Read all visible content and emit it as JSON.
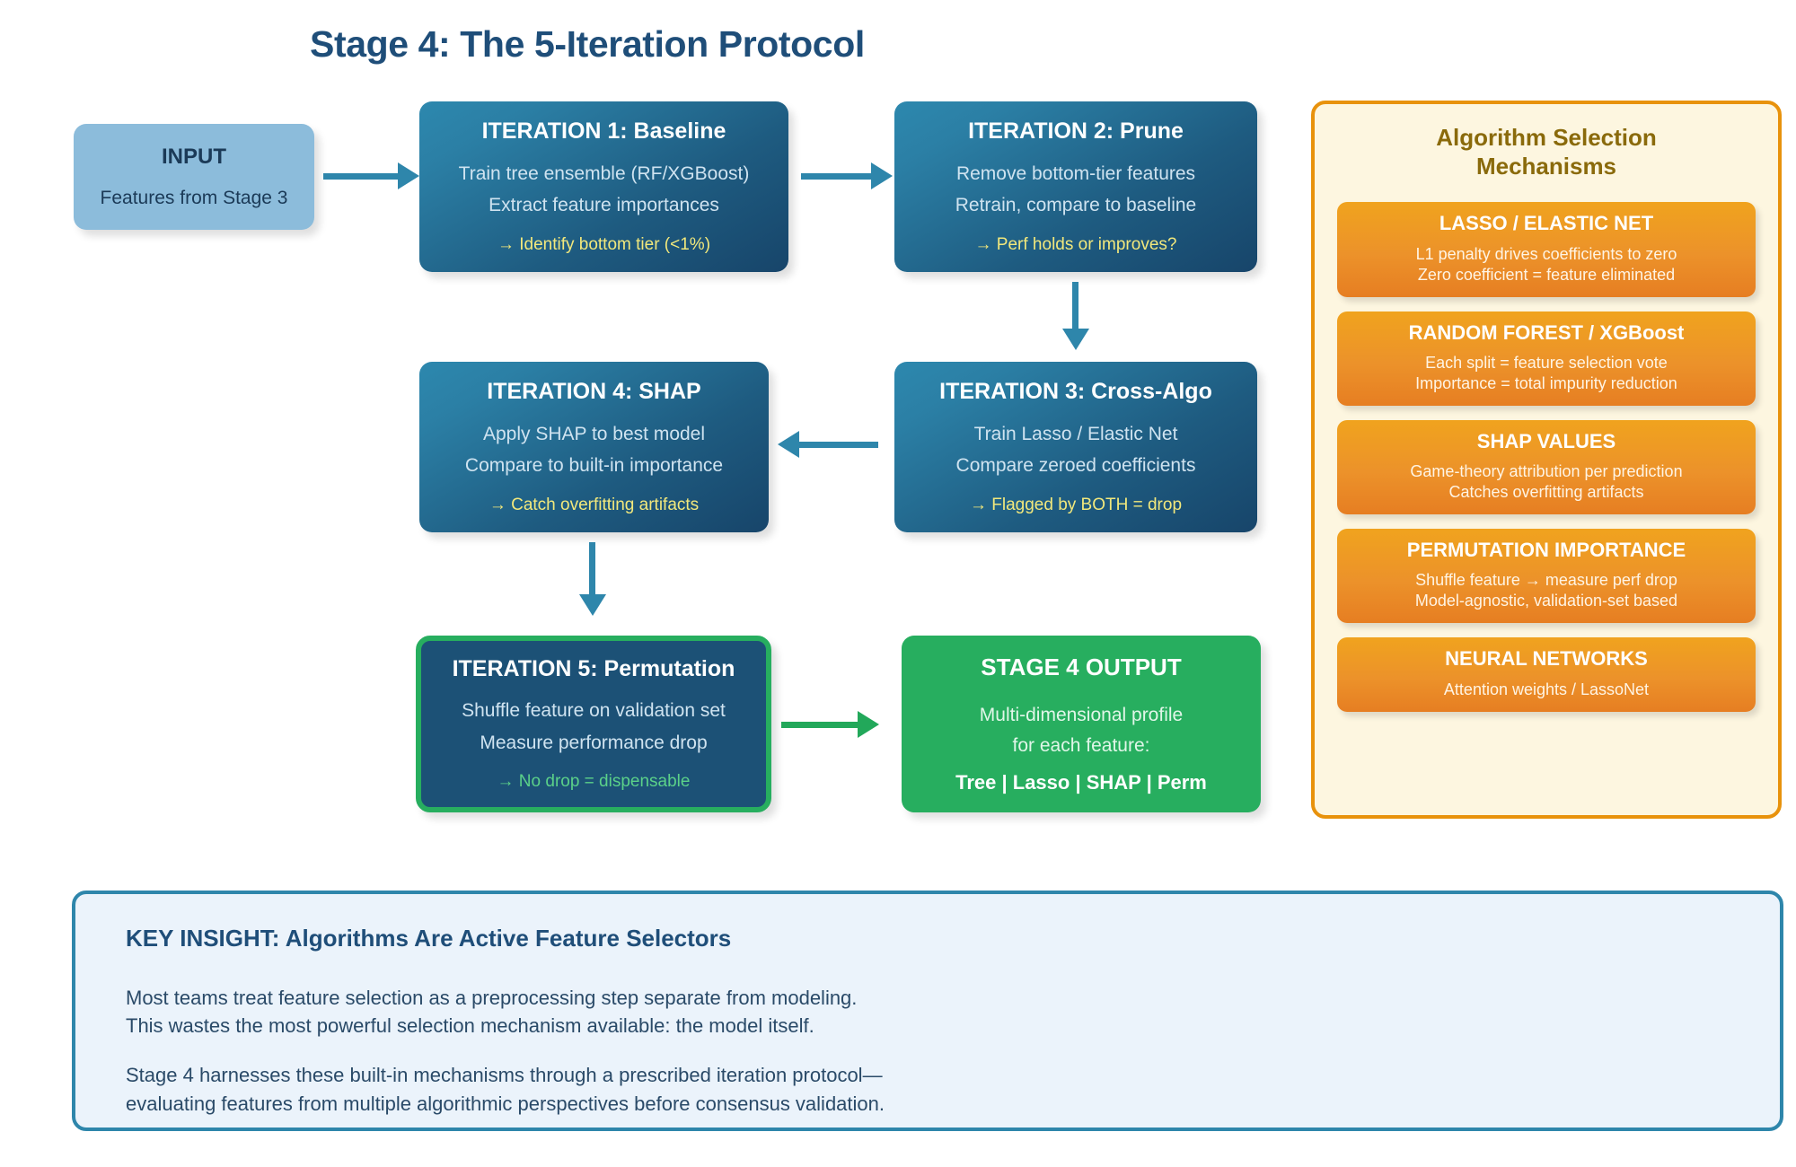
{
  "title": "Stage 4: The 5-Iteration Protocol",
  "flow": {
    "input": {
      "title": "INPUT",
      "line": "Features from Stage 3"
    },
    "iteration1": {
      "title": "ITERATION 1: Baseline",
      "lines": [
        "Train tree ensemble (RF/XGBoost)",
        "Extract feature importances"
      ],
      "note": "→ Identify bottom tier (<1%)"
    },
    "iteration2": {
      "title": "ITERATION 2: Prune",
      "lines": [
        "Remove bottom-tier features",
        "Retrain, compare to baseline"
      ],
      "note": "→ Perf holds or improves?"
    },
    "iteration3": {
      "title": "ITERATION 3: Cross-Algo",
      "lines": [
        "Train Lasso / Elastic Net",
        "Compare zeroed coefficients"
      ],
      "note": "→ Flagged by BOTH = drop"
    },
    "iteration4": {
      "title": "ITERATION 4: SHAP",
      "lines": [
        "Apply SHAP to best model",
        "Compare to built-in importance"
      ],
      "note": "→ Catch overfitting artifacts"
    },
    "iteration5": {
      "title": "ITERATION 5: Permutation",
      "lines": [
        "Shuffle feature on validation set",
        "Measure performance drop"
      ],
      "note": "→ No drop = dispensable"
    },
    "output": {
      "title": "STAGE 4 OUTPUT",
      "lines": [
        "Multi-dimensional profile",
        "for each feature:"
      ],
      "strong": "Tree | Lasso | SHAP | Perm"
    }
  },
  "algo_panel": {
    "title": "Algorithm Selection\nMechanisms",
    "title_line1": "Algorithm Selection",
    "title_line2": "Mechanisms",
    "cards": [
      {
        "title": "LASSO / ELASTIC NET",
        "lines": [
          "L1 penalty drives coefficients to zero",
          "Zero coefficient = feature eliminated"
        ]
      },
      {
        "title": "RANDOM FOREST / XGBoost",
        "lines": [
          "Each split = feature selection vote",
          "Importance = total impurity reduction"
        ]
      },
      {
        "title": "SHAP VALUES",
        "lines": [
          "Game-theory attribution per prediction",
          "Catches overfitting artifacts"
        ]
      },
      {
        "title": "PERMUTATION IMPORTANCE",
        "lines": [
          "Shuffle feature → measure perf drop",
          "Model-agnostic, validation-set based"
        ]
      },
      {
        "title": "NEURAL NETWORKS",
        "lines": [
          "Attention weights / LassoNet"
        ]
      }
    ]
  },
  "key_insight": {
    "title": "KEY INSIGHT: Algorithms Are Active Feature Selectors",
    "para1_line1": "Most teams treat feature selection as a preprocessing step separate from modeling.",
    "para1_line2": "This wastes the most powerful selection mechanism available: the model itself.",
    "para2_line1": "Stage 4 harnesses these built-in mechanisms through a prescribed iteration protocol—",
    "para2_line2": "evaluating features from multiple algorithmic perspectives before consensus validation."
  },
  "colors": {
    "title_blue": "#1F4E79",
    "iteration_box_top": "#2D88AE",
    "iteration_box_bottom": "#17456A",
    "input_box": "#8CBCDB",
    "arrow_teal": "#2E86AB",
    "arrow_green": "#22A85A",
    "output_green": "#27AE5F",
    "panel_bg": "#FDF6E0",
    "panel_border": "#E8920C",
    "card_orange_top": "#F0A31E",
    "card_orange_bottom": "#E67E22",
    "note_yellow": "#F2E87C",
    "insight_bg": "#EBF3FB"
  }
}
